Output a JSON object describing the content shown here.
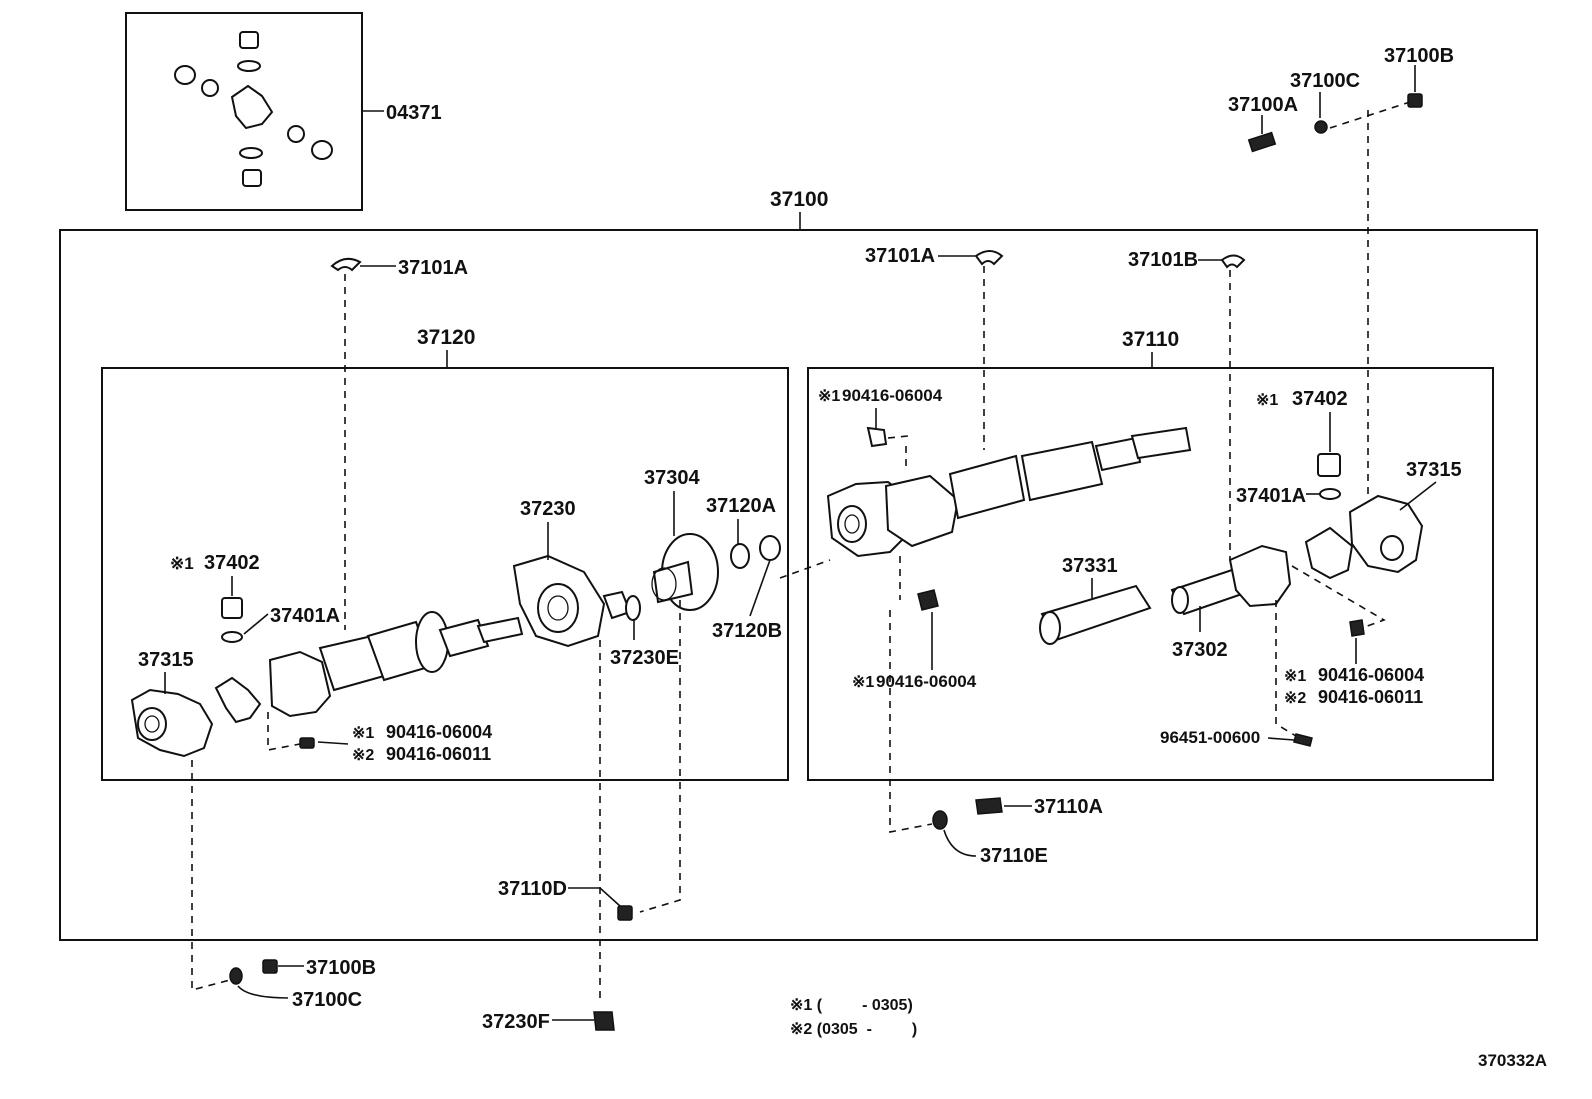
{
  "labels": {
    "l04371": "04371",
    "l37100": "37100",
    "l37100A": "37100A",
    "l37100C_top": "37100C",
    "l37100B_top": "37100B",
    "l37101A_left": "37101A",
    "l37101A_right": "37101A",
    "l37101B": "37101B",
    "l37120": "37120",
    "l37110": "37110",
    "l37402_left": "37402",
    "l37401A_left": "37401A",
    "l37315_left": "37315",
    "l37230": "37230",
    "l37304": "37304",
    "l37120A": "37120A",
    "l37120B": "37120B",
    "l37230E": "37230E",
    "l90416_06004_left": "90416-06004",
    "l90416_06011_left": "90416-06011",
    "l90416_06004_rt1": "90416-06004",
    "l90416_06004_rt2": "90416-06004",
    "l37402_right": "37402",
    "l37401A_right": "37401A",
    "l37315_right": "37315",
    "l37331": "37331",
    "l37302": "37302",
    "l90416_06004_rt3": "90416-06004",
    "l90416_06011_rt": "90416-06011",
    "l96451_00600": "96451-00600",
    "l37110A": "37110A",
    "l37110E": "37110E",
    "l37110D": "37110D",
    "l37100B_bot": "37100B",
    "l37100C_bot": "37100C",
    "l37230F": "37230F",
    "fig_number": "370332A"
  },
  "marks": {
    "m1": "※1",
    "m2": "※2"
  },
  "legend": {
    "row1": "※1 (         - 0305)",
    "row2": "※2 (0305  -         )"
  }
}
